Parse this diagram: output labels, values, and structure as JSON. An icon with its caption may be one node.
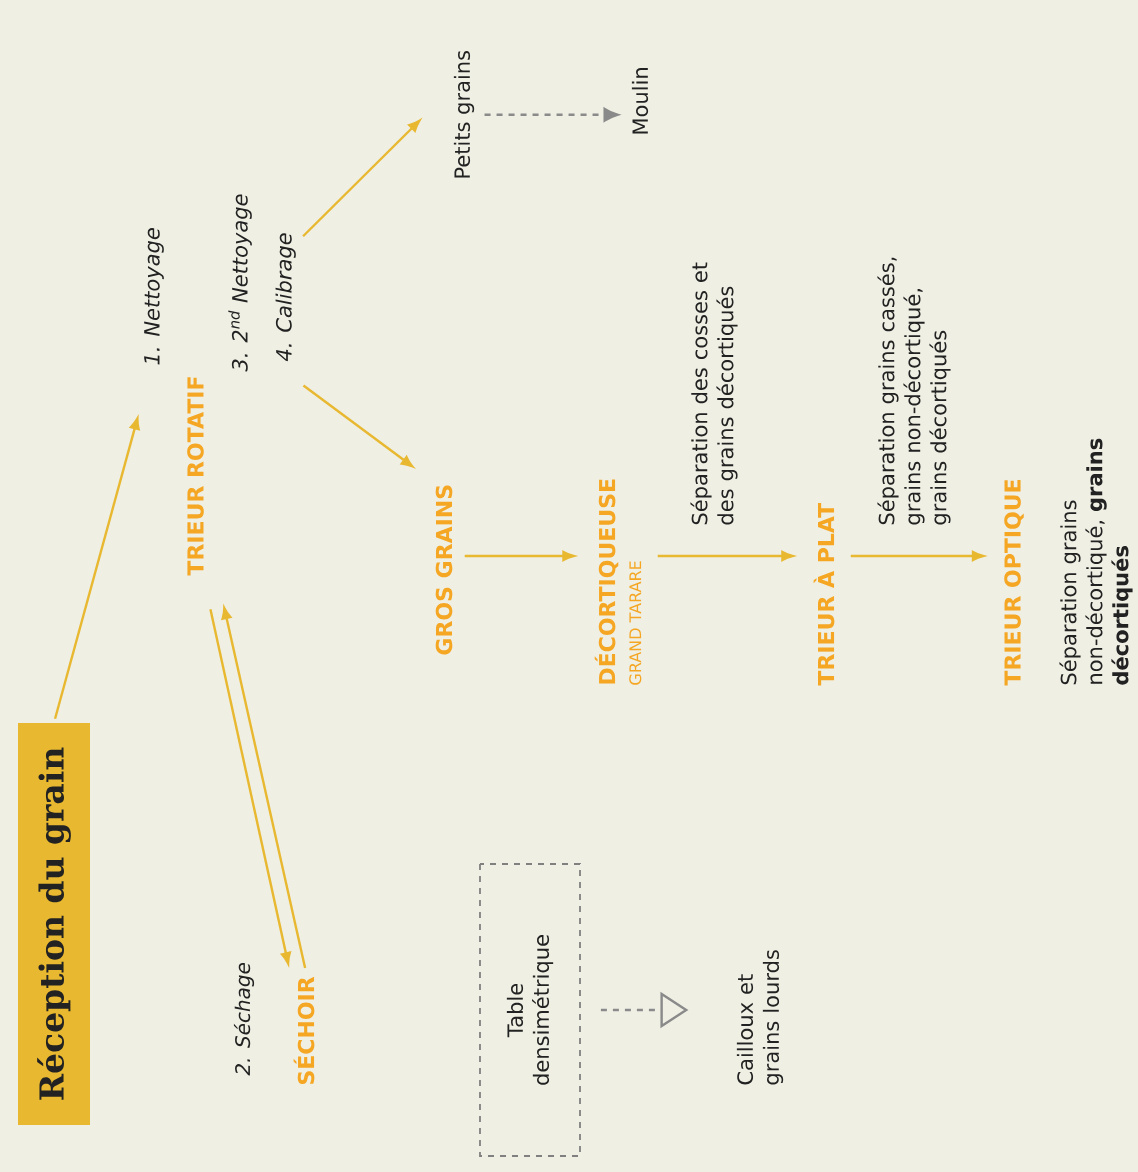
{
  "diagram": {
    "nodes": [
      {
        "text": [
          "Réception du grain"
        ]
      },
      {
        "text": [
          "1. Nettoyage",
          "TRIEUR ROTATIF",
          "3. 2$^{nd}$ Nettoyage",
          "4. Calibrage"
        ]
      },
      {
        "text": [
          "Petits grains"
        ]
      },
      {
        "text": [
          "Moulin"
        ]
      },
      {
        "text": [
          "GROS GRAINS"
        ]
      },
      {
        "text": [
          "DÉCORTIQUEUSE",
          "GRAND TARARE"
        ]
      },
      {
        "text": [
          "TRIEUR À PLAT"
        ]
      },
      {
        "text": [
          "TRIEUR OPTIQUE"
        ],
        "beside": [
          "Séparation grains non-décortiqué, **grains décortiqués**"
        ]
      },
      {
        "text": [
          "SÉCHOIR"
        ],
        "beside": [
          "2. Séchage"
        ]
      },
      {
        "text": [
          "Table densimétrique"
        ]
      },
      {
        "text": [
          "Cailloux et grains lourds"
        ]
      }
    ],
    "edges": [
      {
        "from": 0,
        "to": 1,
        "arrow": "to"
      },
      {
        "from": 1,
        "to": 8,
        "arrow": "to"
      },
      {
        "from": 8,
        "to": 1,
        "arrow": "to"
      },
      {
        "from": 1,
        "to": 2,
        "arrow": "to"
      },
      {
        "from": 1,
        "to": 4,
        "arrow": "to"
      },
      {
        "from": 2,
        "to": 3,
        "arrow": "to",
        "style": "dashed",
        "color": "#8a8a8a"
      },
      {
        "from": 4,
        "to": 5,
        "arrow": "to"
      },
      {
        "from": 5,
        "to": 6,
        "arrow": "to",
        "label": "Séparation des cosses et des grains décortiqués"
      },
      {
        "from": 6,
        "to": 7,
        "arrow": "to",
        "label": "Séparation grains cassés, grains non-décortiqué, grains décortiqués"
      },
      {
        "from": 9,
        "to": 10,
        "arrow": "to",
        "style": "dashed",
        "color": "#8a8a8a"
      }
    ]
  }
}
